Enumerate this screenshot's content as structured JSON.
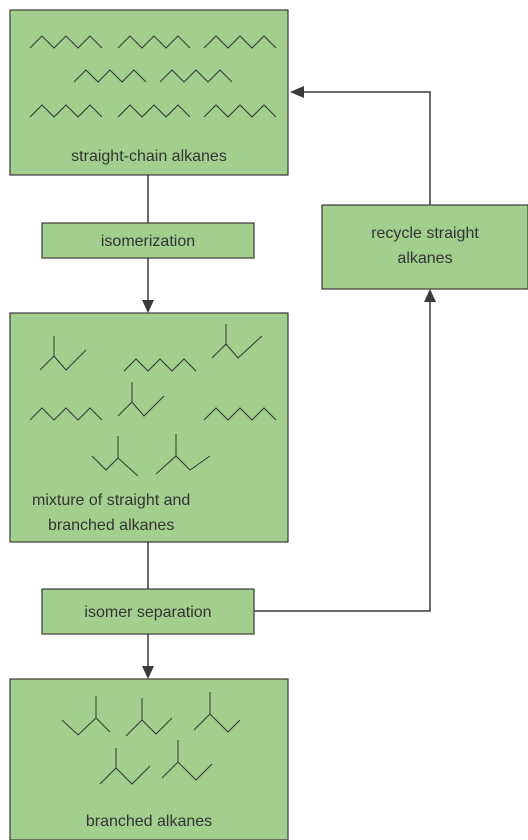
{
  "diagram": {
    "colors": {
      "box_fill": "#a3cf8e",
      "stroke": "#3a3a3a"
    },
    "boxes": {
      "feed": {
        "label": "straight-chain alkanes"
      },
      "isomerization": {
        "label": "isomerization"
      },
      "mixture": {
        "label_line1": "mixture of straight and",
        "label_line2": "branched alkanes"
      },
      "separation": {
        "label": "isomer separation"
      },
      "product": {
        "label": "branched alkanes"
      },
      "recycle": {
        "label_line1": "recycle straight",
        "label_line2": "alkanes"
      }
    }
  }
}
